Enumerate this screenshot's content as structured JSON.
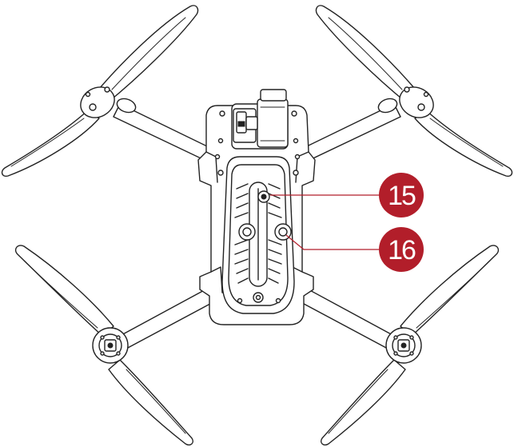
{
  "figure": {
    "subject": "drone-bottom-view",
    "callouts": [
      {
        "id": "callout-15",
        "label": "15",
        "color": "#b21e2a"
      },
      {
        "id": "callout-16",
        "label": "16",
        "color": "#b21e2a"
      }
    ]
  },
  "colors": {
    "outline": "#222222",
    "callout": "#b21e2a",
    "leader_line": "#b21e2a",
    "background": "#ffffff"
  }
}
